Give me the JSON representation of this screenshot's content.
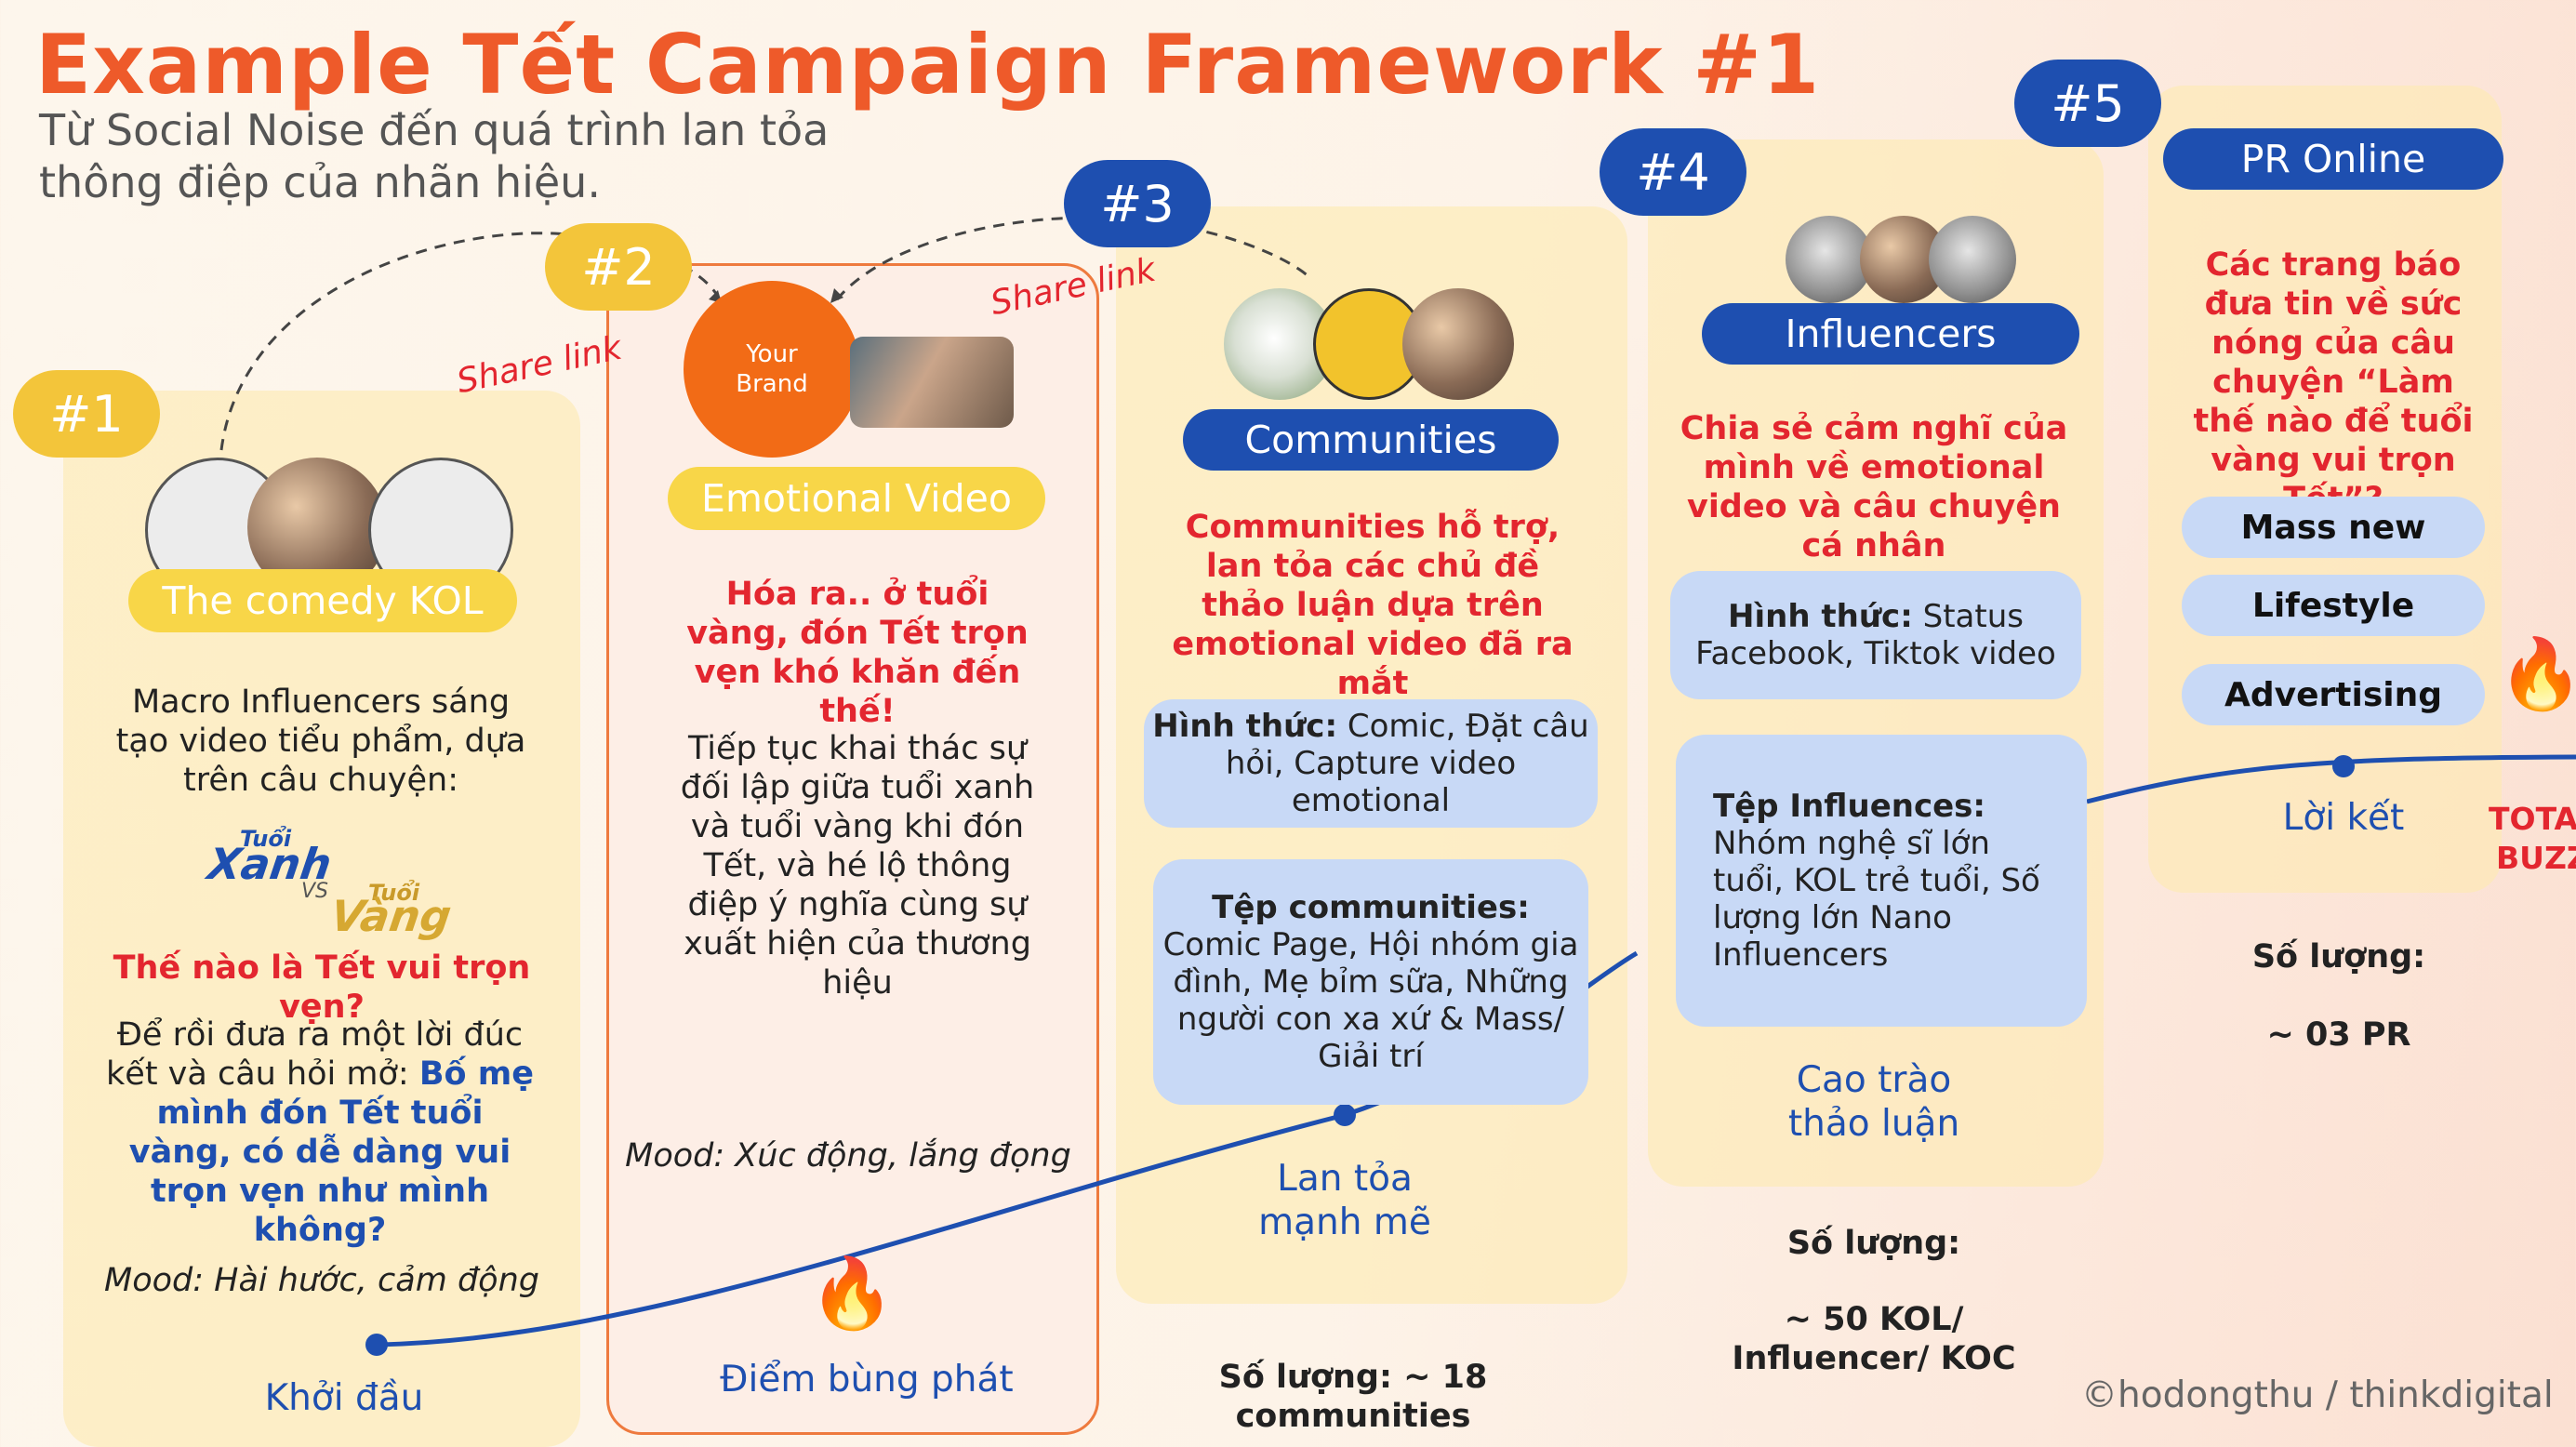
{
  "header": {
    "title": "Example Tết Campaign Framework #1",
    "subtitle": "Từ Social Noise đến quá trình lan tỏa thông điệp của nhãn hiệu."
  },
  "share_link_1": "Share link",
  "share_link_2": "Share link",
  "steps": [
    {
      "badge": "#1",
      "label": "The comedy KOL",
      "desc": "Macro Influencers sáng tạo video tiểu phẩm, dựa trên câu chuyện:",
      "logo": {
        "part1_small": "Tuổi",
        "part1": "Xanh",
        "vs": "VS",
        "part2_small": "Tuổi",
        "part2": "Vàng"
      },
      "highlight": "Thế nào là Tết vui trọn vẹn?",
      "body_prefix": "Để rồi đưa ra một lời đúc kết và câu hỏi mở:",
      "body_bold": "Bố mẹ mình đón Tết tuổi vàng, có dễ dàng vui trọn vẹn như mình không?",
      "mood": "Mood: Hài hước, cảm động",
      "stage": "Khởi đầu"
    },
    {
      "badge": "#2",
      "brand": "Your Brand",
      "label": "Emotional Video",
      "highlight": "Hóa ra.. ở tuổi vàng, đón Tết trọn vẹn khó khăn đến thế!",
      "body": "Tiếp tục khai thác sự đối lập giữa tuổi xanh và tuổi vàng khi đón Tết, và hé lộ thông điệp ý nghĩa cùng sự xuất hiện của thương hiệu",
      "mood": "Mood: Xúc động, lắng đọng",
      "stage": "Điểm bùng phát"
    },
    {
      "badge": "#3",
      "label": "Communities",
      "highlight": "Communities hỗ trợ, lan tỏa các  chủ đề thảo luận dựa trên emotional video đã ra mắt",
      "format_label": "Hình thức:",
      "format_value": "Comic, Đặt câu hỏi, Capture video emotional",
      "audience_label": "Tệp communities:",
      "audience_value": "Comic Page, Hội nhóm gia đình, Mẹ bỉm sữa, Những người con xa xứ & Mass/ Giải trí",
      "stage": "Lan tỏa mạnh mẽ",
      "quantity": "Số lượng: ~ 18 communities"
    },
    {
      "badge": "#4",
      "label": "Influencers",
      "highlight": "Chia sẻ cảm nghĩ của mình về emotional video và câu chuyện cá nhân",
      "format_label": "Hình thức:",
      "format_value": "Status Facebook, Tiktok video",
      "audience_label": "Tệp Influences:",
      "audience_value": "Nhóm nghệ sĩ lớn tuổi, KOL trẻ tuổi, Số lượng lớn Nano Influencers",
      "stage": "Cao trào thảo luận",
      "quantity_label": "Số lượng:",
      "quantity_value": "~ 50 KOL/ Influencer/ KOC"
    },
    {
      "badge": "#5",
      "label": "PR Online",
      "highlight": "Các trang báo đưa tin về sức nóng của câu chuyện “Làm thế nào để tuổi vàng vui trọn Tết”?",
      "tags": [
        "Mass new",
        "Lifestyle",
        "Advertising"
      ],
      "stage": "Lời kết",
      "quantity_label": "Số lượng:",
      "quantity_value": "~ 03 PR"
    }
  ],
  "total": {
    "line1": "TOTAL",
    "line2": "BUZZ"
  },
  "credit": "©hodongthu / thinkdigital",
  "icons": {
    "fire": "fire-icon"
  },
  "colors": {
    "title": "#ee5a2a",
    "accent_blue": "#1e4fb0",
    "accent_yellow": "#f3c53a",
    "highlight_red": "#e3262f"
  }
}
